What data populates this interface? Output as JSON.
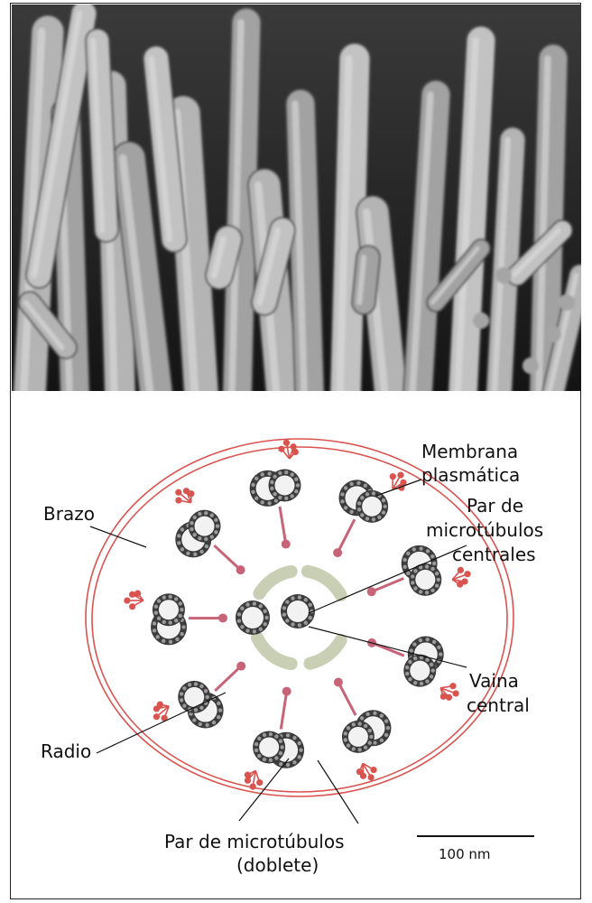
{
  "micrograph": {
    "description_icon": "sem-cilia-micrograph"
  },
  "labels": {
    "membrana_1": "Membrana",
    "membrana_2": "plasmática",
    "par_central_1": "Par de",
    "par_central_2": "microtúbulos",
    "par_central_3": "centrales",
    "brazo": "Brazo",
    "vaina_1": "Vaina",
    "vaina_2": "central",
    "radio": "Radio",
    "doblete_1": "Par de microtúbulos",
    "doblete_2": "(doblete)",
    "scale": "100 nm"
  },
  "colors": {
    "membrane": "#d9534f",
    "dynein": "#d9534f",
    "radial_spoke": "#c86478",
    "central_sheath": "#c9cfb4",
    "tubule_ring": "#6b6b6b",
    "tubule_inner": "#f2f2f2"
  }
}
